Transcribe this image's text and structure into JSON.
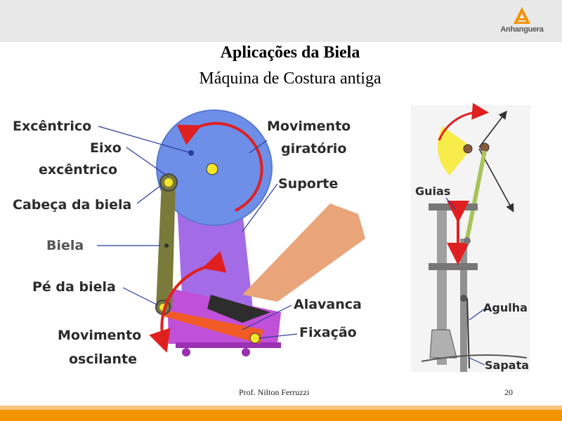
{
  "header": {
    "logo_text": "Anhanguera",
    "brand_color": "#f29400",
    "logo_icon": "triangle-a-logo-icon"
  },
  "slide": {
    "title": "Aplicações da Biela",
    "subtitle": "Máquina de Costura antiga"
  },
  "figure_labels": {
    "excentrico": "Excêntrico",
    "eixo": "Eixo",
    "eixo_excentrico": "excêntrico",
    "cabeca": "Cabeça da biela",
    "biela": "Biela",
    "pe": "Pé da biela",
    "movimento_osc_1": "Movimento",
    "movimento_osc_2": "oscilante",
    "movimento_gir_1": "Movimento",
    "movimento_gir_2": "giratório",
    "suporte": "Suporte",
    "alavanca": "Alavanca",
    "fixacao": "Fixação",
    "guias": "Guias",
    "agulha": "Agulha",
    "sapata": "Sapata"
  },
  "footer": {
    "author": "Prof. Nilton Ferruzzi",
    "page": "20"
  }
}
